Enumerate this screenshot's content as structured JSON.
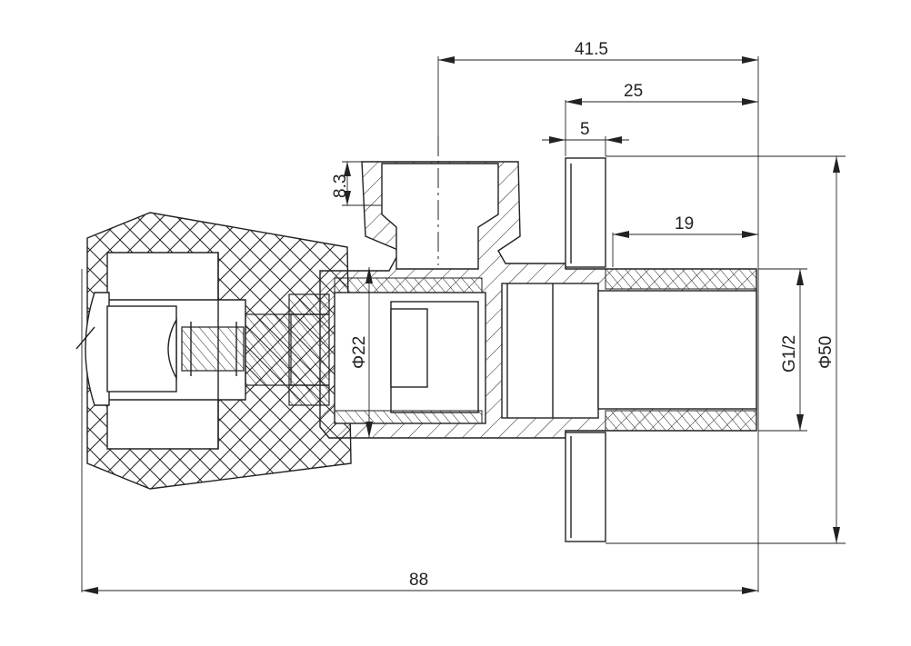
{
  "dimensions": {
    "overall_length": "88",
    "top_length": "41.5",
    "flange_to_end": "25",
    "flange_thickness": "5",
    "thread_length": "19",
    "outlet_height": "8.3",
    "inner_diameter": "Φ22",
    "thread_size": "G1/2",
    "flange_diameter": "Φ50"
  }
}
